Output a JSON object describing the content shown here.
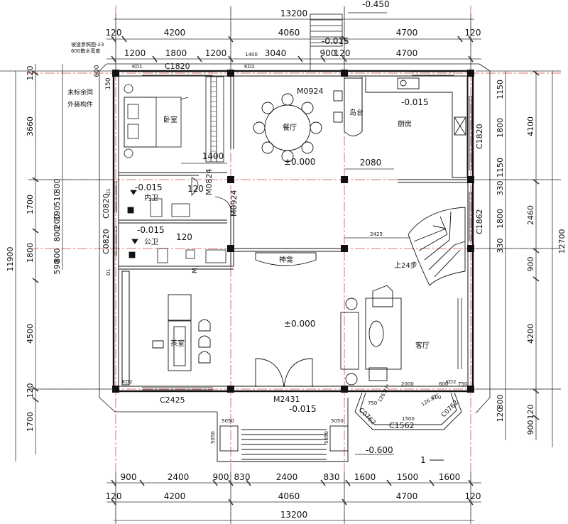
{
  "dimensions": {
    "top_total": "13200",
    "top_segments": [
      "120",
      "4200",
      "4060",
      "4700",
      "120"
    ],
    "top_sub": [
      "1200",
      "1800",
      "1200",
      "1400",
      "3040",
      "900",
      "120",
      "4700"
    ],
    "bottom_sub": [
      "900",
      "2400",
      "900",
      "830",
      "2400",
      "830",
      "1600",
      "1500",
      "1600"
    ],
    "bottom_segments": [
      "120",
      "4200",
      "4060",
      "4700",
      "120"
    ],
    "bottom_total": "13200",
    "left_total": "11900",
    "left_major": [
      "120",
      "3660",
      "1700",
      "1800",
      "4500",
      "120",
      "1700"
    ],
    "left_minor": [
      "600",
      "150",
      "800",
      "510",
      "190",
      "200",
      "800",
      "800",
      "590"
    ],
    "right_total": "12700",
    "right_major": [
      "4100",
      "2460",
      "900",
      "4200",
      "120",
      "900"
    ],
    "right_minor": [
      "1150",
      "1800",
      "1150",
      "330",
      "1800",
      "330",
      "800",
      "120"
    ]
  },
  "levels": {
    "top_step": "-0.450",
    "upper_mid": "-0.015",
    "dining": "±0.000",
    "living": "±0.000",
    "kitchen": "-0.015",
    "inner_bath": "-0.015",
    "public_bath": "-0.015",
    "entry": "-0.015",
    "outside": "-0.600"
  },
  "rooms": {
    "bedroom": "卧室",
    "dining": "餐厅",
    "island": "岛台",
    "kitchen": "厨房",
    "inner_bath": "内卫",
    "public_bath": "公卫",
    "shrine": "神龛",
    "tea_room": "茶室",
    "living": "客厅",
    "stairs": "上24步"
  },
  "labels": {
    "ky1": "KD1",
    "ky2_top": "KD2",
    "ky2_bl": "KD2",
    "ky2_br": "KD2",
    "c1820_top": "C1820",
    "c1820_right": "C1820",
    "m0924_top": "M0924",
    "m0824": "M0824",
    "m0924_bath": "M0924",
    "c0820_a": "C0820",
    "c0820_b": "C0820",
    "c1862": "C1862",
    "c2425": "C2425",
    "m2431": "M2431",
    "c1562": "C1562",
    "c0762_l": "C0762",
    "c0762_r": "C0762",
    "d1_a": "D1",
    "d1_b": "D1",
    "m_bath": "M",
    "dim_1400": "1400",
    "dim_2080": "2080",
    "dim_2425": "2425",
    "dim_120_a": "120",
    "dim_120_b": "120",
    "dim_2000": "2000",
    "dim_600": "600",
    "dim_750_a": "750",
    "dim_750_b": "750",
    "dim_200": "200",
    "dim_1500": "1500",
    "angle_a": "126.87°",
    "angle_b": "126.87°",
    "num_1": "1",
    "porch_5050": "5050",
    "porch_50": "50",
    "note_1": "坡道参照图-23",
    "note_2": "600散水宽度",
    "note_3": "未标余同",
    "note_4": "外装构件"
  },
  "colors": {
    "wall": "#111111",
    "axis": "#d94a4a",
    "dimline": "#333333"
  }
}
